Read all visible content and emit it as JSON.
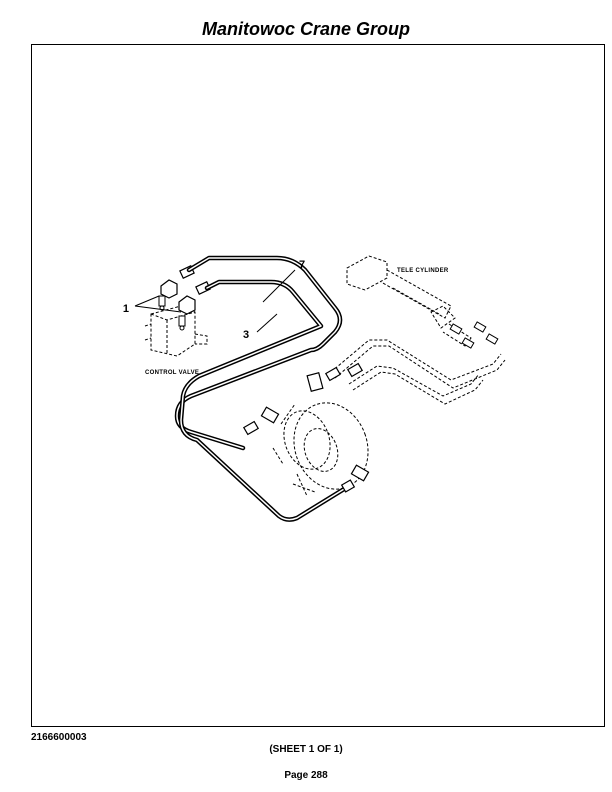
{
  "header": {
    "title": "Manitowoc Crane Group"
  },
  "drawing": {
    "callouts": [
      "1",
      "3",
      "7"
    ],
    "labels": {
      "control_valve": "CONTROL VALVE",
      "tele_cylinder": "TELE CYLINDER"
    }
  },
  "footer": {
    "doc_number": "2166600003",
    "sheet": "(SHEET 1 OF 1)",
    "page": "Page 288"
  }
}
